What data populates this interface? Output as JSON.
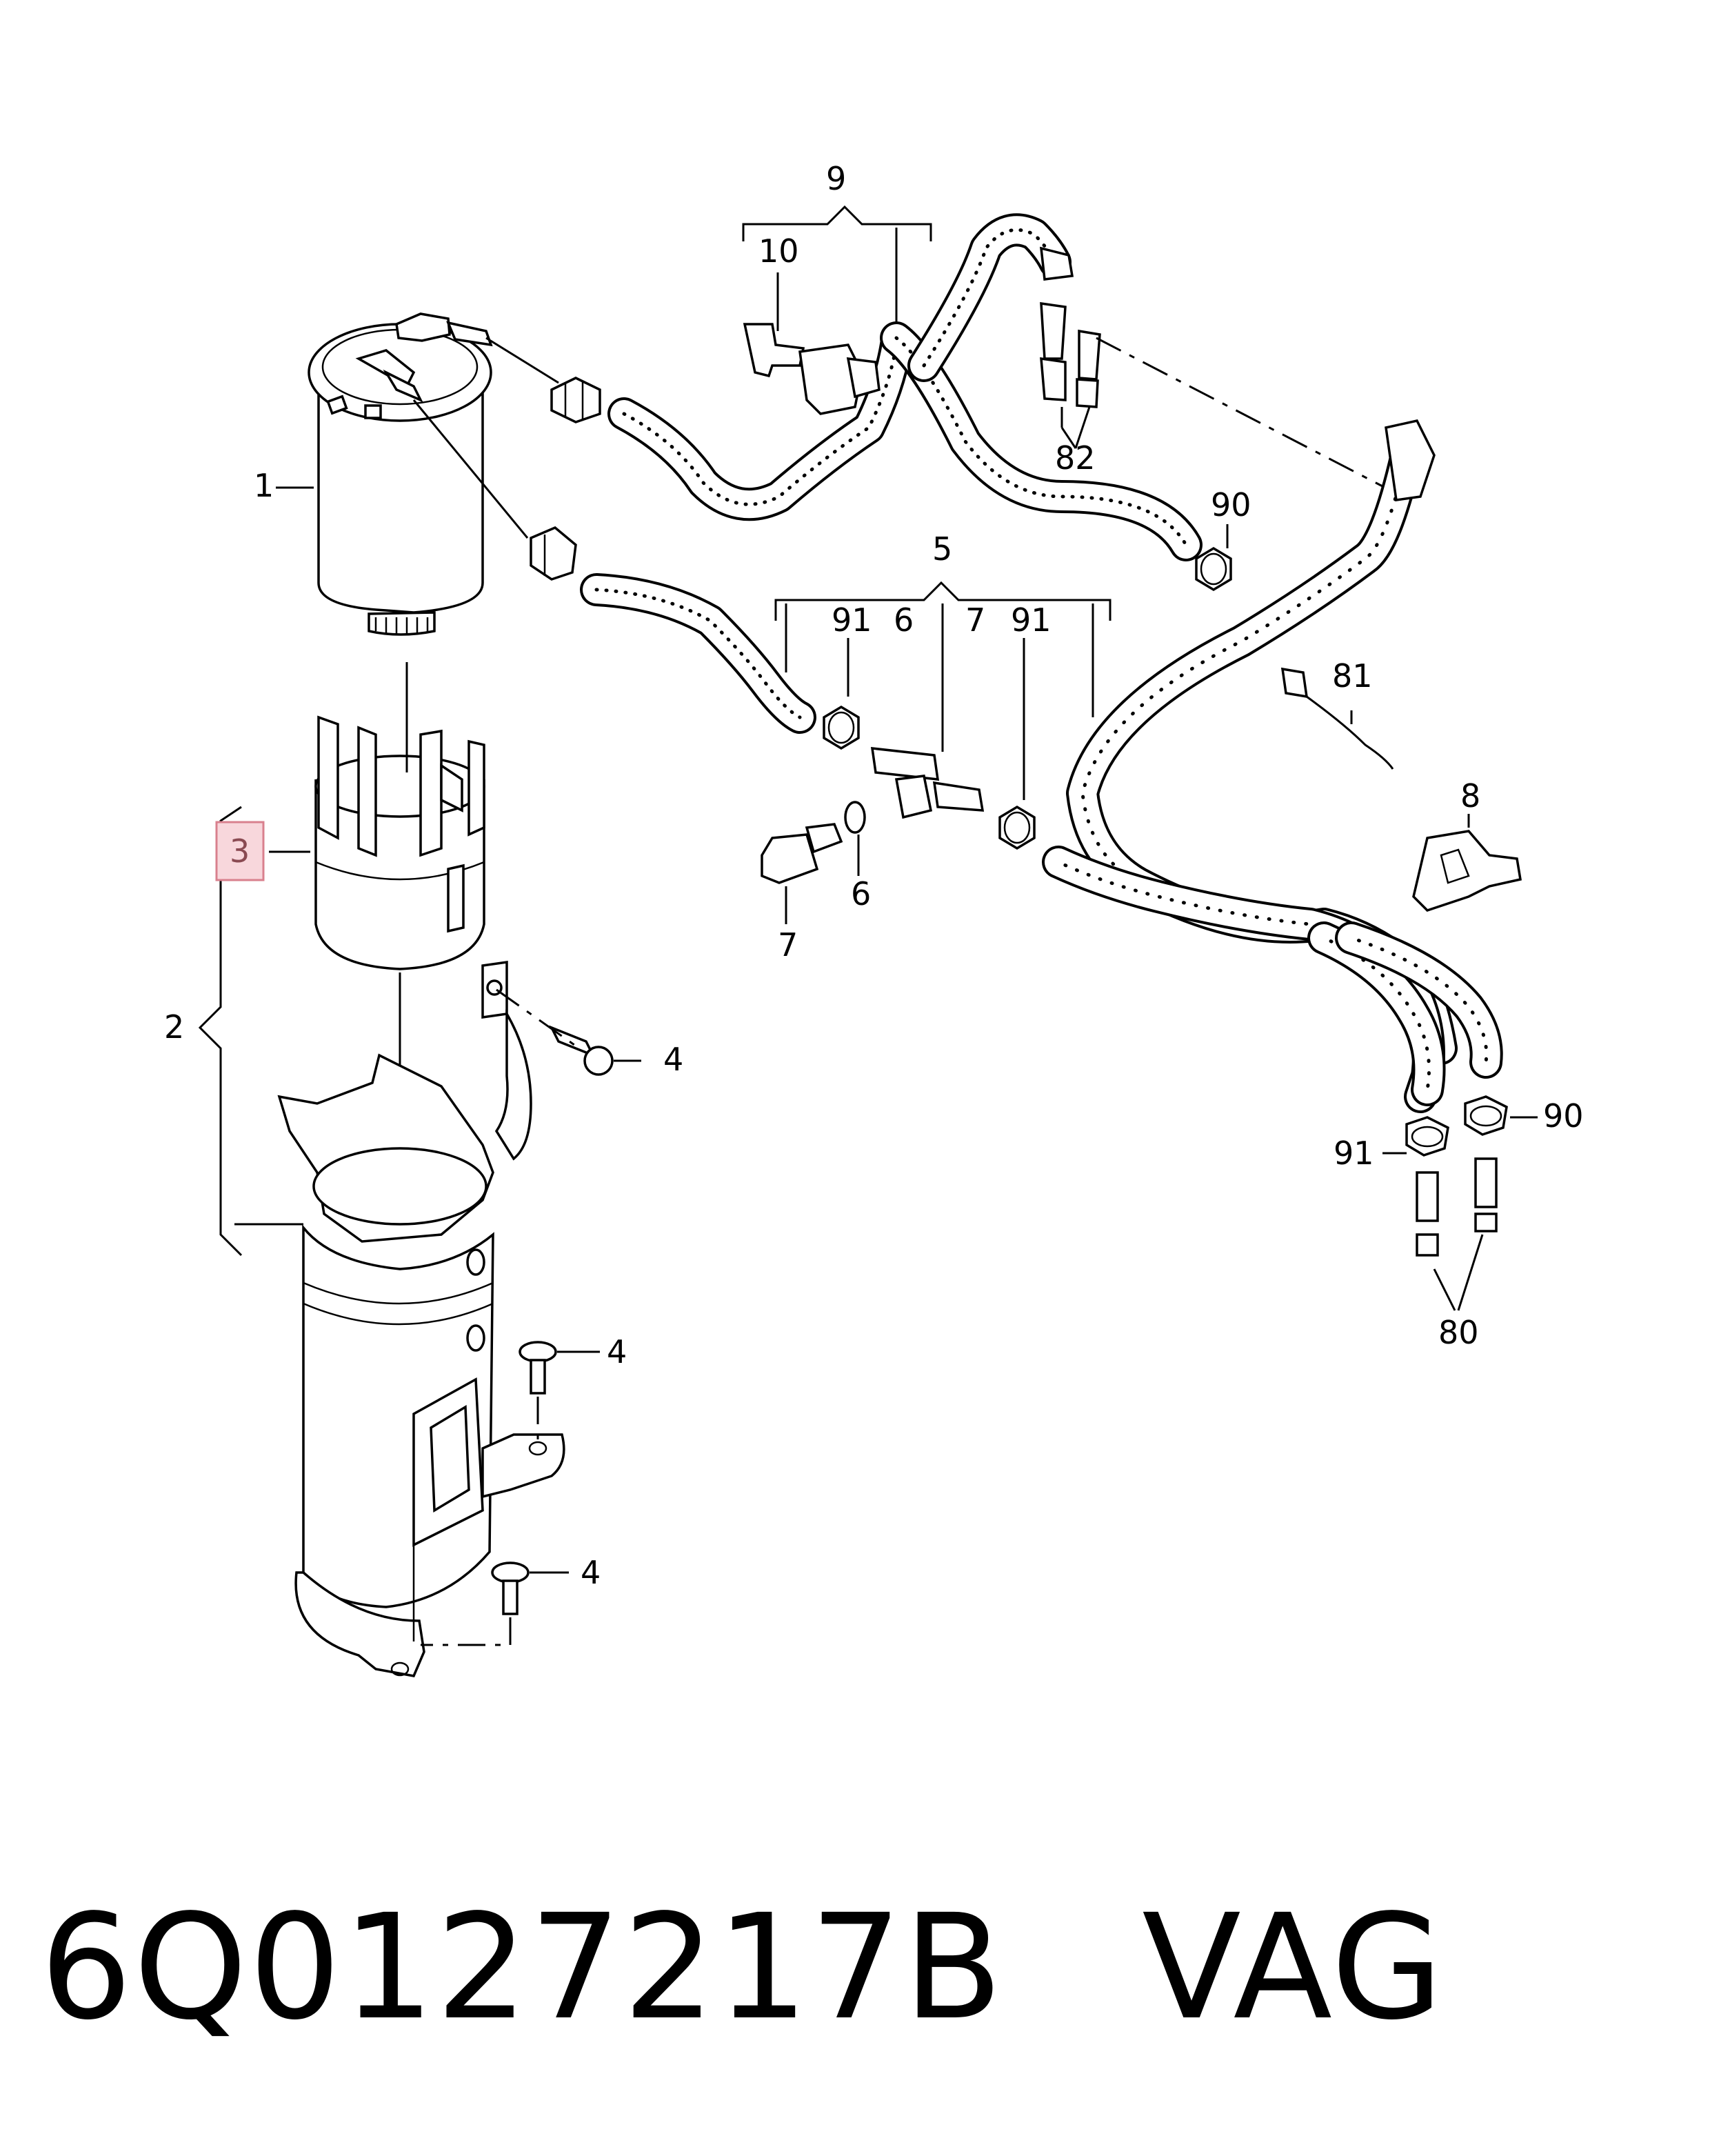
{
  "callouts": {
    "c1": "1",
    "c2": "2",
    "c3": "3",
    "c4a": "4",
    "c4b": "4",
    "c4c": "4",
    "c5": "5",
    "c6a": "6",
    "c6b": "6",
    "c7a": "7",
    "c7b": "7",
    "c8": "8",
    "c9": "9",
    "c10": "10",
    "c80": "80",
    "c81": "81",
    "c82": "82",
    "c90a": "90",
    "c90b": "90",
    "c91a": "91",
    "c91b": "91",
    "c91c": "91"
  },
  "highlighted_callout": "3",
  "footer": {
    "part_number": "6Q0127217B",
    "brand": "VAG"
  },
  "colors": {
    "highlight_fill": "#f8d7dc",
    "highlight_stroke": "#d9808e",
    "ink": "#000000"
  }
}
